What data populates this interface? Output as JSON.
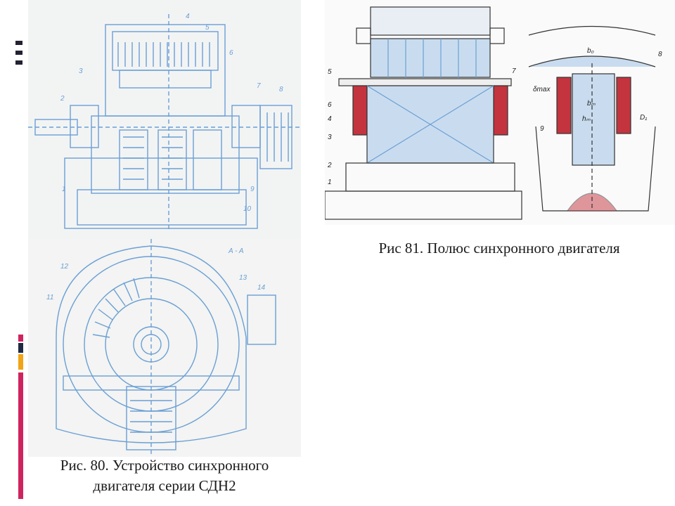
{
  "figures": [
    {
      "caption_lines": [
        "Рис. 80. Устройство синхронного",
        "двигателя серии СДН2"
      ],
      "callouts_top": [
        "4",
        "5",
        "6",
        "7",
        "8",
        "2",
        "3",
        "1",
        "9",
        "10"
      ],
      "callouts_bottom": [
        "A - A",
        "12",
        "11",
        "13",
        "14"
      ]
    },
    {
      "caption_lines": [
        "Рис 81. Полюс синхронного двигателя"
      ],
      "callouts_left": [
        "5",
        "7",
        "6",
        "4",
        "3",
        "2",
        "1"
      ],
      "callouts_right": [
        "8",
        "9",
        "b₀",
        "bₘ",
        "hₘ",
        "D₁",
        "δmax"
      ]
    }
  ],
  "colors": {
    "blueprint_line": "#6b9fd4",
    "blueprint_fill": "#c9dcef",
    "coil_red": "#c3343f",
    "accent_pink": "#d0245f",
    "accent_orange": "#f0a416",
    "accent_navy": "#1f2a44"
  }
}
